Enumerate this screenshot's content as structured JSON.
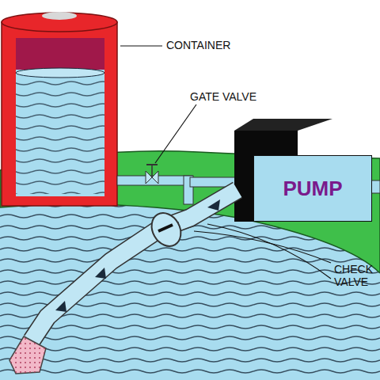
{
  "diagram": {
    "nodes": [
      {
        "text": [
          "PUMP"
        ]
      }
    ],
    "labels": [
      "CONTAINER",
      "GATE VALVE",
      "CHECK VALVE"
    ]
  }
}
